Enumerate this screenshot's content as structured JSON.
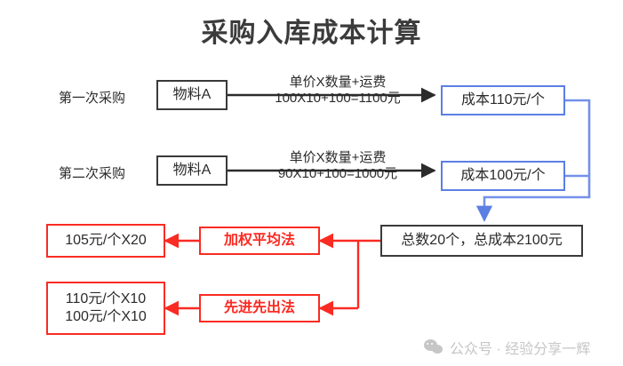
{
  "page": {
    "title": "采购入库成本计算",
    "background": "#ffffff"
  },
  "colors": {
    "black_border": "#3a3a3a",
    "blue_border": "#5b7fe3",
    "red_border": "#fa2b23",
    "red_text": "#fa2b23",
    "text": "#2b2b2b",
    "watermark": "#c6c6c6"
  },
  "purchases": [
    {
      "label": "第一次采购",
      "material": "物料A",
      "formula_top": "单价X数量+运费",
      "formula_bottom": "100X10+100=1100元",
      "result": "成本110元/个"
    },
    {
      "label": "第二次采购",
      "material": "物料A",
      "formula_top": "单价X数量+运费",
      "formula_bottom": "90X10+100=1000元",
      "result": "成本100元/个"
    }
  ],
  "total": {
    "text": "总数20个，总成本2100元"
  },
  "methods": [
    {
      "name": "加权平均法",
      "outcome_lines": [
        "105元/个X20"
      ]
    },
    {
      "name": "先进先出法",
      "outcome_lines": [
        "110元/个X10",
        "100元/个X10"
      ]
    }
  ],
  "watermark": {
    "icon": "wechat-icon",
    "text": "公众号 · 经验分享一辉"
  }
}
